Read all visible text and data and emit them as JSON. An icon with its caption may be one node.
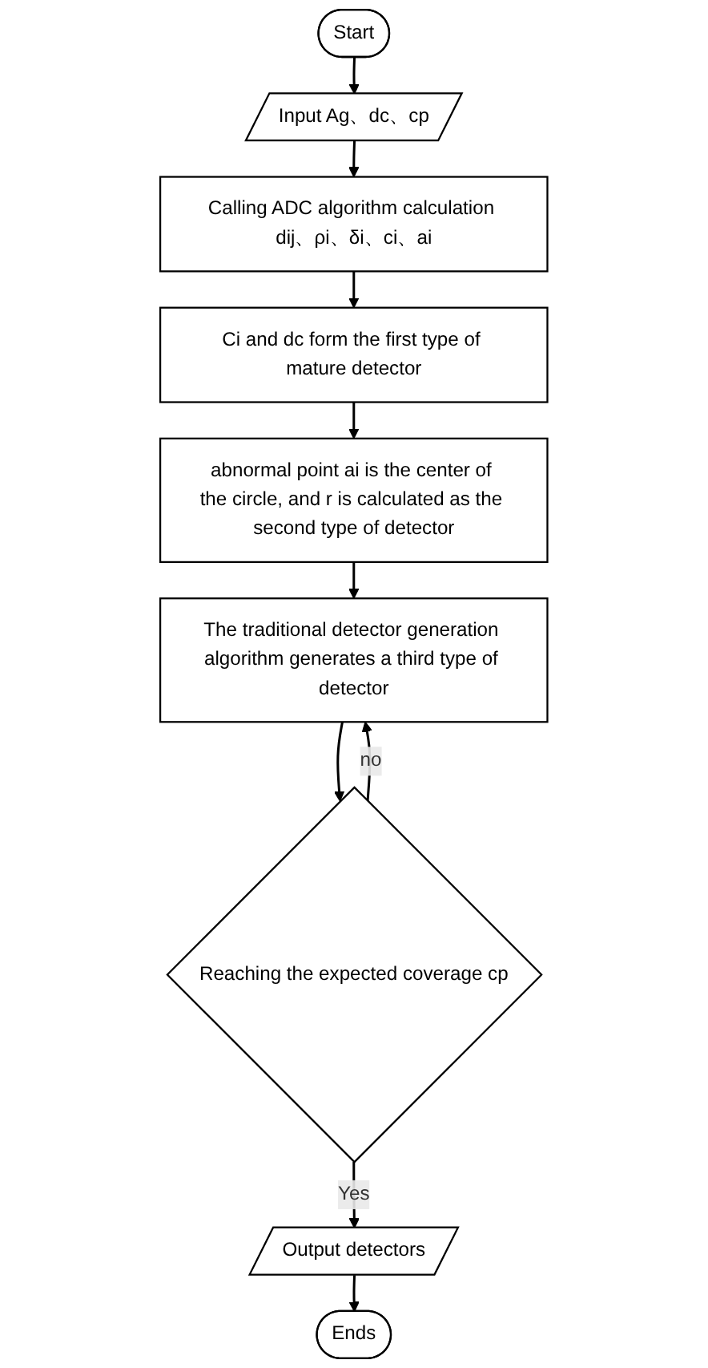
{
  "diagram": {
    "nodes": [
      {
        "text": [
          "Start"
        ]
      },
      {
        "text": [
          "Input Ag、dc、cp"
        ]
      },
      {
        "text": [
          "Calling ADC algorithm calculation dij、ρi、δi、ci、ai"
        ]
      },
      {
        "text": [
          "Ci and dc form the first type of mature detector"
        ]
      },
      {
        "text": [
          "abnormal point ai is the center of the circle, and r is calculated as the second type of detector"
        ]
      },
      {
        "text": [
          "The traditional detector generation algorithm generates a third type of detector"
        ]
      },
      {
        "text": [
          "Reaching the expected coverage cp"
        ]
      },
      {
        "text": [
          "Output detectors"
        ]
      },
      {
        "text": [
          "Ends"
        ]
      }
    ],
    "edges": [
      {
        "from": 0,
        "to": 1,
        "arrow": "to"
      },
      {
        "from": 1,
        "to": 2,
        "arrow": "to"
      },
      {
        "from": 2,
        "to": 3,
        "arrow": "to"
      },
      {
        "from": 3,
        "to": 4,
        "arrow": "to"
      },
      {
        "from": 4,
        "to": 5,
        "arrow": "to"
      },
      {
        "from": 5,
        "to": 6,
        "arrow": "to"
      },
      {
        "from": 6,
        "to": 5,
        "arrow": "to",
        "label": "no"
      },
      {
        "from": 6,
        "to": 7,
        "arrow": "to",
        "label": "Yes"
      },
      {
        "from": 7,
        "to": 8,
        "arrow": "to"
      }
    ]
  }
}
